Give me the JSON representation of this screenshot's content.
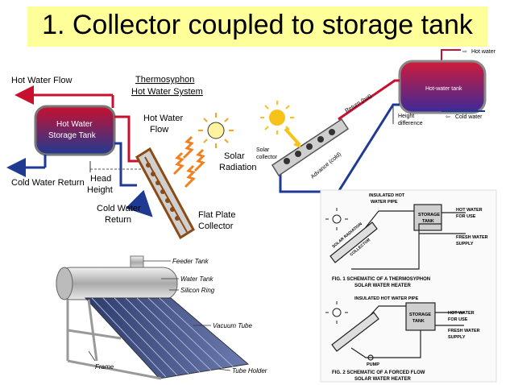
{
  "title": "1. Collector coupled to storage tank",
  "thermo": {
    "heading1": "Thermosyphon",
    "heading2": "Hot Water System",
    "hot_water_flow": "Hot Water Flow",
    "tank1": "Hot Water",
    "tank2": "Storage Tank",
    "hot_water1": "Hot Water",
    "hot_water2": "Flow",
    "solar1": "Solar",
    "solar2": "Radiation",
    "cold_water_return": "Cold Water Return",
    "head1": "Head",
    "head2": "Height",
    "cold_return1": "Cold Water",
    "cold_return2": "Return",
    "flat1": "Flat Plate",
    "flat2": "Collector"
  },
  "right_diagram": {
    "hot_water": "Hot water",
    "tank": "Hot-water tank",
    "return_hot": "Return (hot)",
    "height1": "Height",
    "height2": "difference",
    "cold_water": "Cold water",
    "solar1": "Solar",
    "solar2": "collector",
    "advance_cold": "Advance (cold)"
  },
  "photo": {
    "feeder_tank": "Feeder Tank",
    "water_tank": "Water Tank",
    "silicon_ring": "Silicon Ring",
    "vacuum_tube": "Vacuum Tube",
    "frame": "Frame",
    "tube_holder": "Tube Holder"
  },
  "schematic": {
    "insulated_pipe1": "INSULATED HOT",
    "insulated_pipe2": "WATER PIPE",
    "storage1": "STORAGE",
    "storage2": "TANK",
    "hot_use1": "HOT WATER",
    "hot_use2": "FOR USE",
    "fresh1": "FRESH WATER",
    "fresh2": "SUPPLY",
    "solar_radiation": "SOLAR RADIATION",
    "collector": "COLLECTOR",
    "fig1_1": "FIG. 1 SCHEMATIC OF A THERMOSYPHON",
    "fig1_2": "SOLAR WATER HEATER",
    "insulated_pipe_b": "INSULATED HOT WATER PIPE",
    "storage_b1": "STORAGE",
    "storage_b2": "TANK",
    "hot_use_b1": "HOT WATER",
    "hot_use_b2": "FOR USE",
    "fresh_b1": "FRESH WATER",
    "fresh_b2": "SUPPLY",
    "pump": "PUMP",
    "fig2_1": "FIG. 2 SCHEMATIC OF A FORCED FLOW",
    "fig2_2": "SOLAR WATER HEATER"
  },
  "colors": {
    "title_bg": "#ffff99",
    "hot": "#c8102e",
    "cold": "#1f3a93",
    "sun": "#f5a623"
  }
}
